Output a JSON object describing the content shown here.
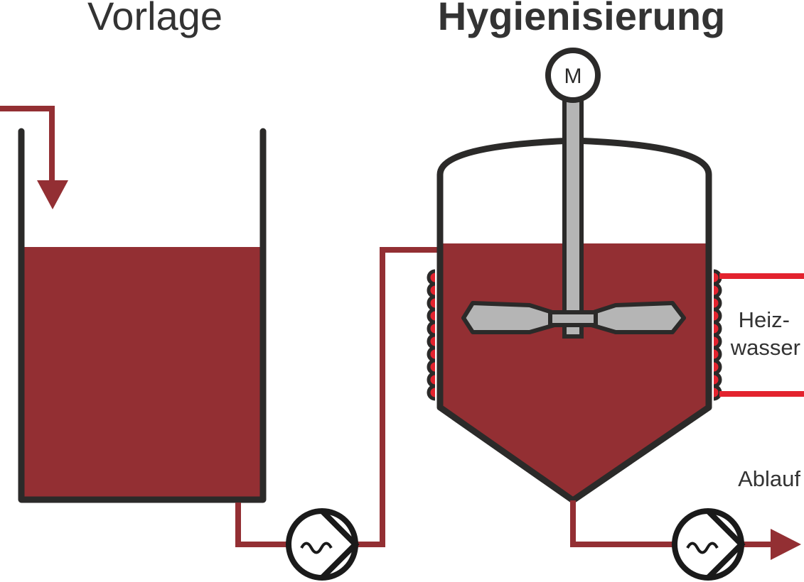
{
  "labels": {
    "tank_left_title": "Vorlage",
    "tank_right_title": "Hygienisierung",
    "motor": "M",
    "heating_water_line1": "Heiz-",
    "heating_water_line2": "wasser",
    "outlet": "Ablauf"
  },
  "colors": {
    "liquid": "#932f33",
    "pipe": "#932f33",
    "heating_line": "#e3232e",
    "outline": "#2b2a29",
    "stirrer": "#b5b5b5",
    "text": "#333333"
  },
  "icons": {
    "motor": "motor-icon",
    "pump": "pump-icon",
    "stirrer": "stirrer-icon",
    "heating_coil": "heating-coil-icon"
  }
}
